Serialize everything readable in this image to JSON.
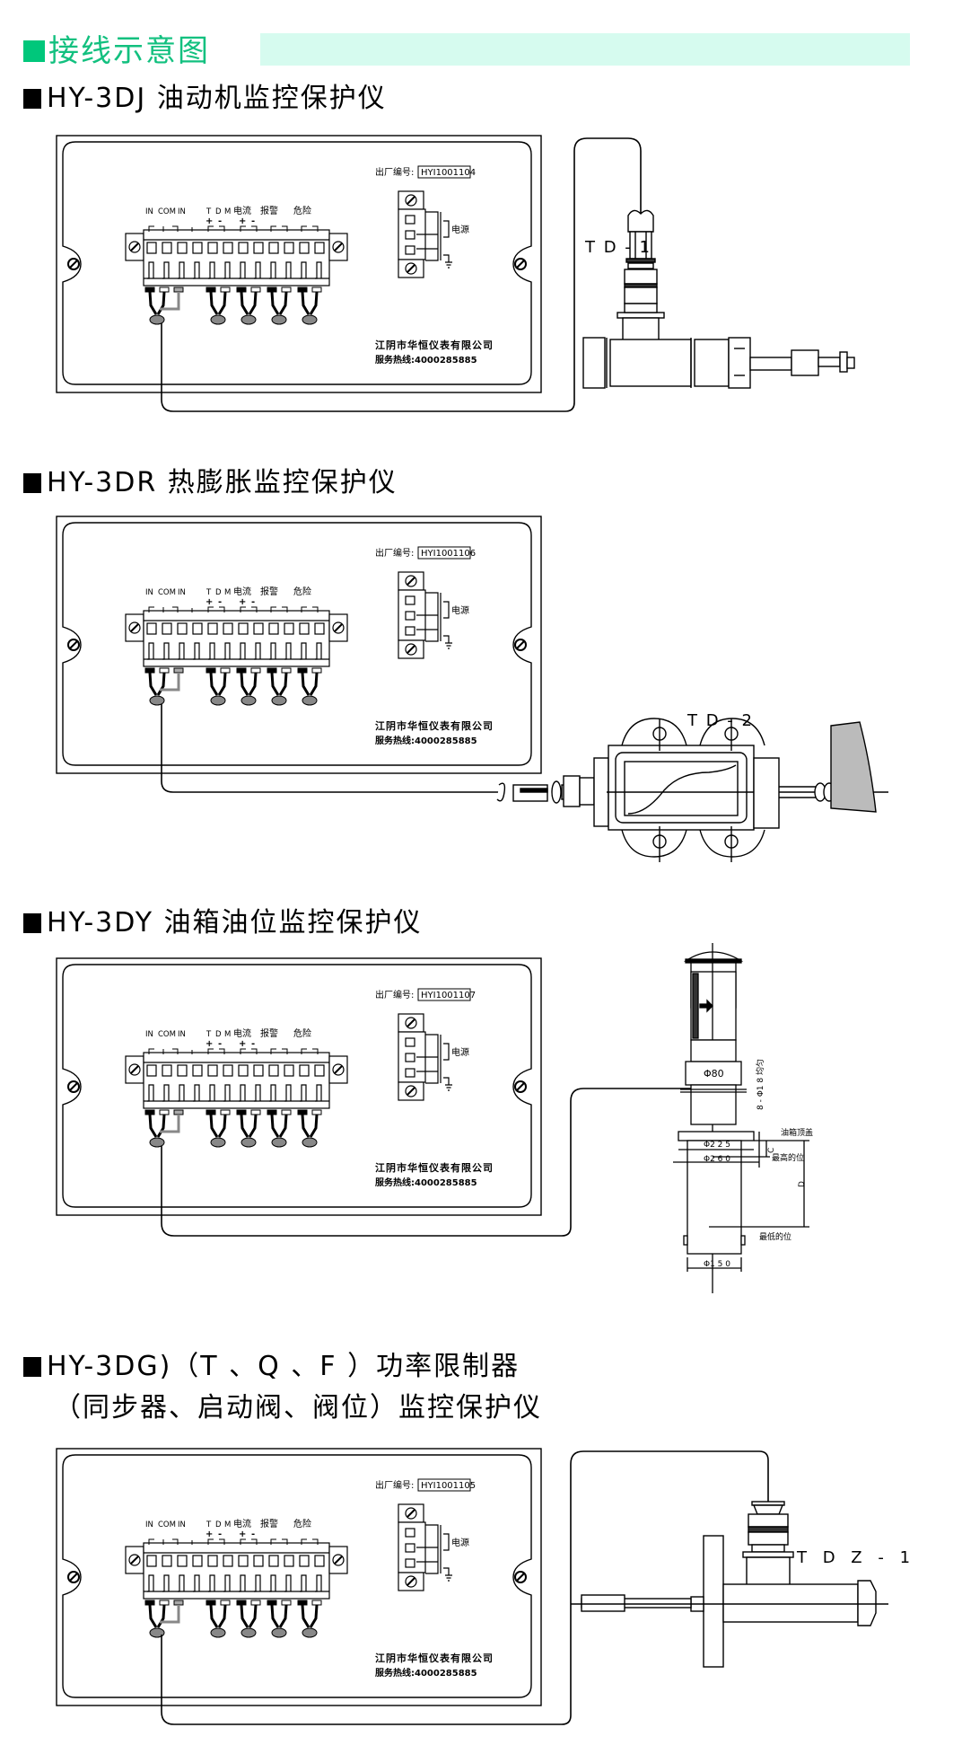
{
  "header": {
    "title": "接线示意图",
    "accent_color": "#12c07f",
    "band_color": "#d6fbef"
  },
  "sections": [
    {
      "title": "HY-3DJ 油动机监控保护仪",
      "serial_label": "出厂编号:",
      "serial": "HYI1001104",
      "sensor_label": "T D - 1"
    },
    {
      "title": "HY-3DR 热膨胀监控保护仪",
      "serial_label": "出厂编号:",
      "serial": "HYI1001106",
      "sensor_label": "T D - 2"
    },
    {
      "title": "HY-3DY 油箱油位监控保护仪",
      "serial_label": "出厂编号:",
      "serial": "HYI1001107",
      "sensor_label": ""
    },
    {
      "title": "HY-3DG)（T 、Q 、F ）功率限制器",
      "title_line2": "（同步器、启动阀、阀位）监控保护仪",
      "serial_label": "出厂编号:",
      "serial": "HYI1001105",
      "sensor_label": "T D Z - 1"
    }
  ],
  "panel": {
    "terminal_labels": {
      "in1": "IN",
      "com": "COM",
      "in2": "IN",
      "t": "T",
      "d": "D",
      "m": "M",
      "current": "电流",
      "alarm": "报警",
      "danger": "危险",
      "plus": "+",
      "minus": "-"
    },
    "power_label": "电源",
    "company": "江阴市华恒仪表有限公司",
    "hotline": "服务热线:4000285885"
  },
  "oil_tank": {
    "phi80": "Φ80",
    "holes": "8 - Φ1 8 均匀",
    "top_cover": "油箱顶盖",
    "phi225": "Φ2 2 5",
    "phi260": "Φ2 6 0",
    "highest": "最高的位",
    "lowest": "最低的位",
    "c_label": "C",
    "d_label": "D",
    "phi150": "Φ1 5 0"
  }
}
